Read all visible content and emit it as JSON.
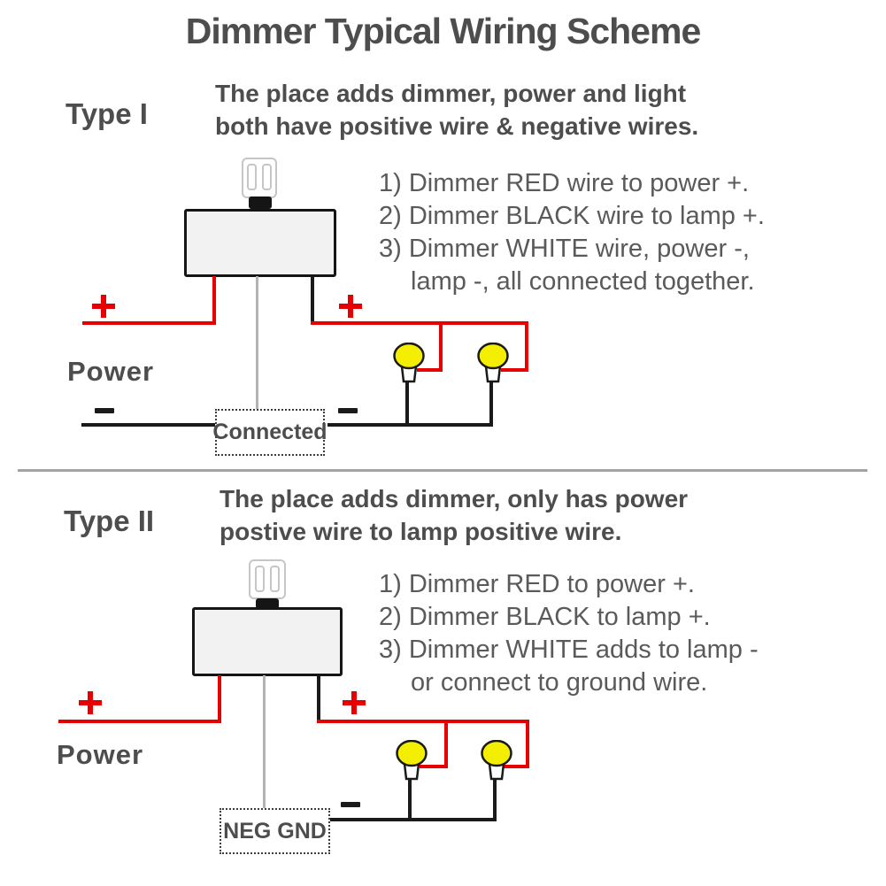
{
  "title": "Dimmer Typical Wiring Scheme",
  "colors": {
    "wire_red": "#e60000",
    "wire_black": "#1a1a1a",
    "wire_gray": "#b3b3b3",
    "lamp_yellow": "#f4ee00",
    "text_dark": "#4d4d4d",
    "text_body": "#5a5a5a",
    "box_fill": "#f2f2f2",
    "divider": "#a3a3a3"
  },
  "type1": {
    "label": "Type I",
    "description": [
      "The place adds dimmer, power and light",
      "both have positive wire & negative wires."
    ],
    "steps": [
      "1) Dimmer RED wire to power +.",
      "2) Dimmer BLACK wire to lamp +.",
      "3) Dimmer WHITE wire, power -,",
      "lamp -, all connected together."
    ],
    "power_label": "Power",
    "junction_label": "Connected"
  },
  "type2": {
    "label": "Type II",
    "description": [
      "The place adds dimmer, only has power",
      "postive wire to lamp positive wire."
    ],
    "steps": [
      "1) Dimmer RED to power +.",
      "2) Dimmer BLACK to lamp +.",
      "3) Dimmer WHITE adds to lamp -",
      "or connect to ground wire."
    ],
    "power_label": "Power",
    "junction_label": "NEG GND"
  }
}
